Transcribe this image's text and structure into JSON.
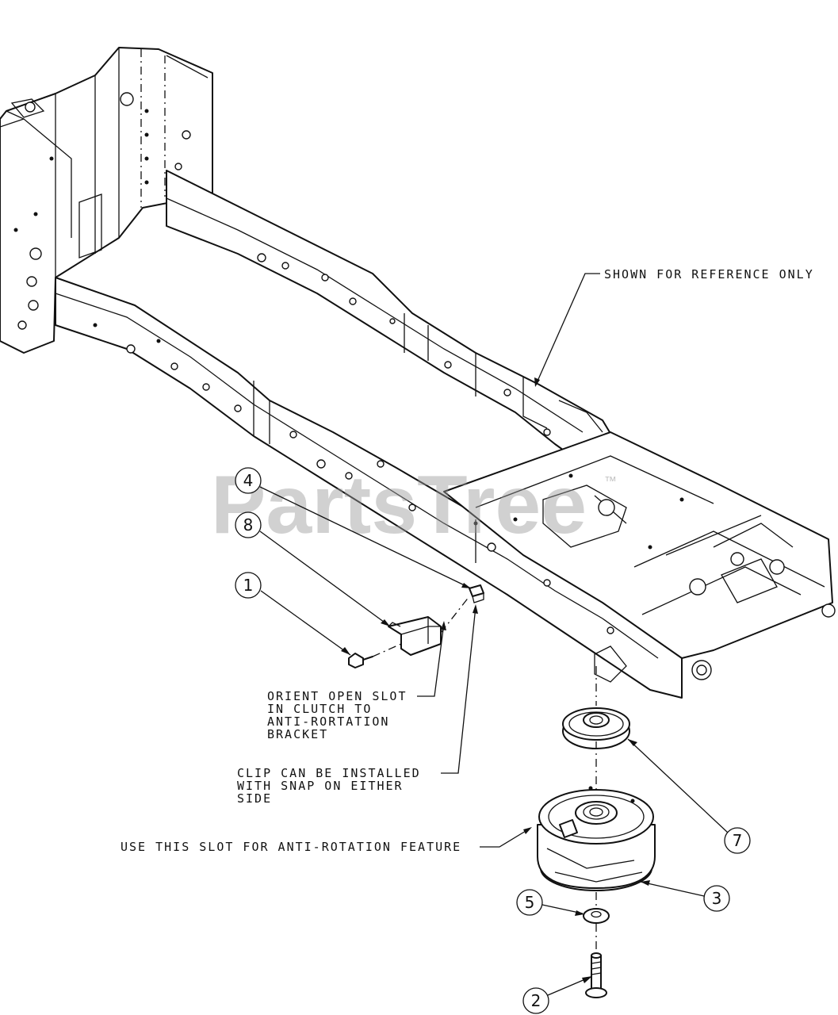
{
  "watermark": {
    "text": "PartsTree",
    "trademark": "™"
  },
  "callouts": [
    {
      "id": "callout-1",
      "number": "1"
    },
    {
      "id": "callout-2",
      "number": "2"
    },
    {
      "id": "callout-3",
      "number": "3"
    },
    {
      "id": "callout-4",
      "number": "4"
    },
    {
      "id": "callout-5",
      "number": "5"
    },
    {
      "id": "callout-7",
      "number": "7"
    },
    {
      "id": "callout-8",
      "number": "8"
    }
  ],
  "notes": {
    "reference": "SHOWN FOR REFERENCE ONLY",
    "orient_slot": [
      "ORIENT OPEN SLOT",
      "IN CLUTCH TO",
      "ANTI-RORTATION",
      "BRACKET"
    ],
    "clip": [
      "CLIP CAN BE INSTALLED",
      "WITH SNAP ON EITHER",
      "SIDE"
    ],
    "slot_feature": "USE THIS SLOT FOR ANTI-ROTATION FEATURE"
  }
}
